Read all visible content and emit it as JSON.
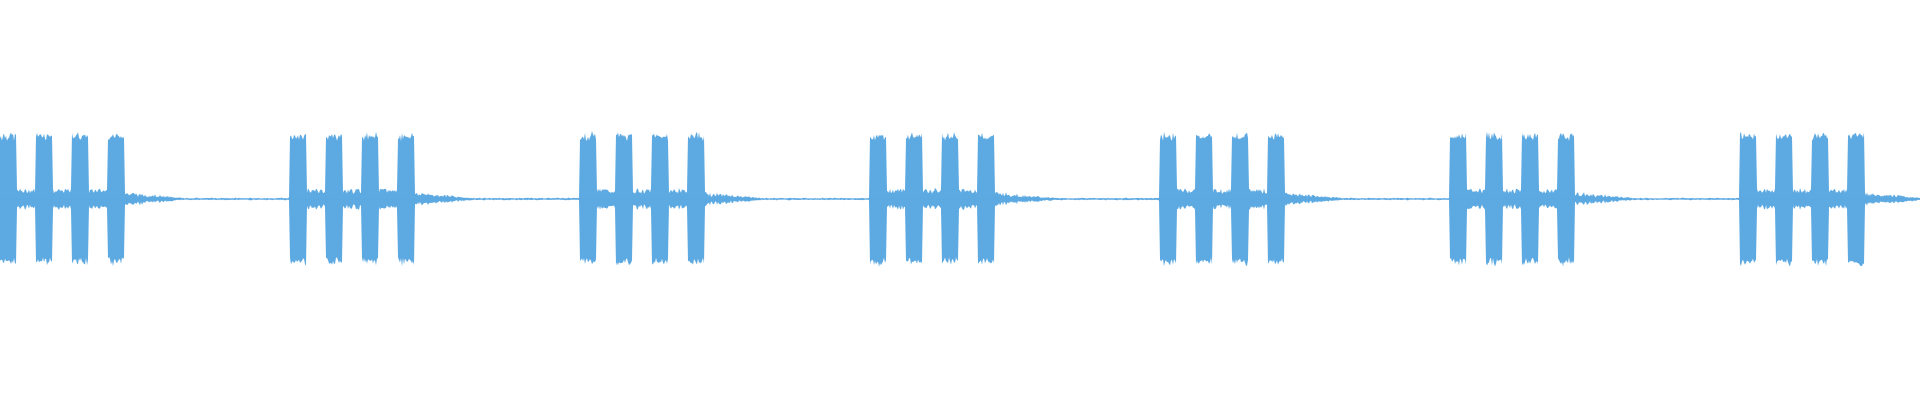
{
  "waveform": {
    "color": "#5DA9E1",
    "background": "#FFFFFF",
    "pattern": {
      "groups": 7,
      "bursts_per_group": 4,
      "burst_amplitude": 0.72,
      "body_amplitude": 0.09,
      "tail_amplitude": 0.05,
      "silence_amplitude": 0.008
    }
  }
}
